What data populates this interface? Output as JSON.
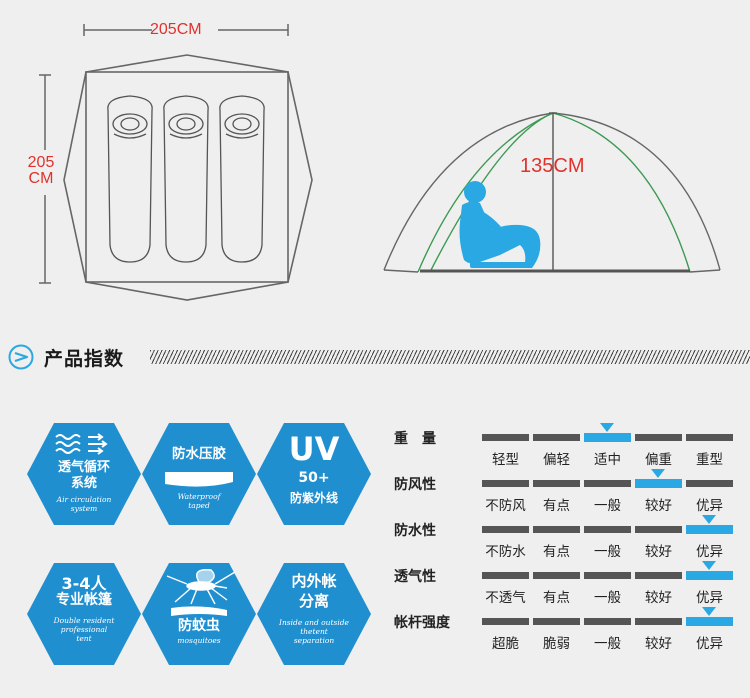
{
  "dimensions": {
    "width": "205CM",
    "depth_value": "205",
    "depth_unit": "CM",
    "height": "135CM"
  },
  "section": {
    "title": "产品指数"
  },
  "features": [
    {
      "cn_line1": "透气循环",
      "cn_line2": "系统",
      "en_line1": "Air circulation",
      "en_line2": "system",
      "icon": "wind-arrows-icon"
    },
    {
      "cn_line1": "防水压胶",
      "en_line1": "Waterproof",
      "en_line2": "taped",
      "icon": "tape-icon"
    },
    {
      "big": "UV",
      "sub": "50+",
      "cn_line1": "防紫外线",
      "icon": "uv-icon"
    },
    {
      "big": "3-4人",
      "cn_line1": "专业帐篷",
      "en_line1": "Double resident",
      "en_line2": "professional",
      "en_line3": "tent",
      "icon": "people-icon"
    },
    {
      "cn_line1": "防蚊虫",
      "en_line1": "mosquitoes",
      "icon": "mosquito-icon"
    },
    {
      "cn_line1": "内外帐",
      "cn_line2": "分离",
      "en_line1": "Inside and outside",
      "en_line2": "thetent",
      "en_line3": "separation",
      "icon": "layers-icon"
    }
  ],
  "ratings": [
    {
      "label": "重　量",
      "options": [
        "轻型",
        "偏轻",
        "适中",
        "偏重",
        "重型"
      ],
      "selected": 2
    },
    {
      "label": "防风性",
      "options": [
        "不防风",
        "有点",
        "一般",
        "较好",
        "优异"
      ],
      "selected": 3
    },
    {
      "label": "防水性",
      "options": [
        "不防水",
        "有点",
        "一般",
        "较好",
        "优异"
      ],
      "selected": 4
    },
    {
      "label": "透气性",
      "options": [
        "不透气",
        "有点",
        "一般",
        "较好",
        "优异"
      ],
      "selected": 4
    },
    {
      "label": "帐杆强度",
      "options": [
        "超脆",
        "脆弱",
        "一般",
        "较好",
        "优异"
      ],
      "selected": 4
    }
  ],
  "colors": {
    "accent": "#2aa8e4",
    "badge": "#1f8fd0",
    "dimension_text": "#e0322d",
    "bar_off": "#555555"
  }
}
